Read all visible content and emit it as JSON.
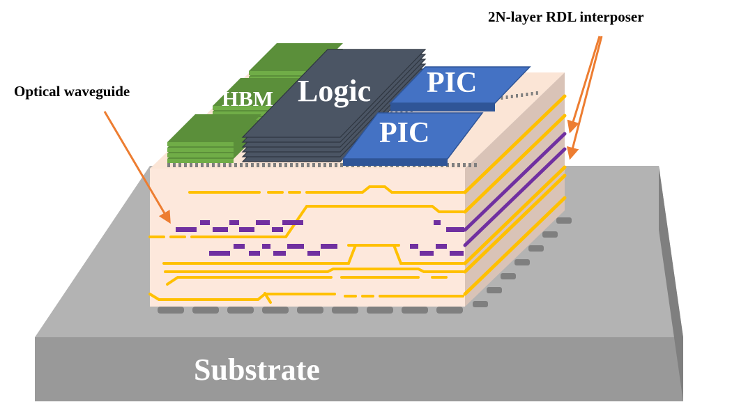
{
  "labels": {
    "optical_waveguide": "Optical waveguide",
    "rdl_interposer": "2N-layer RDL interposer",
    "substrate": "Substrate",
    "hbm": "HBM",
    "logic": "Logic",
    "pic_top": "PIC",
    "pic_bottom": "PIC"
  },
  "colors": {
    "substrate_top": "#b3b3b3",
    "substrate_front": "#999999",
    "substrate_side": "#7f7f7f",
    "interposer_front": "#fde8dc",
    "interposer_top": "#fbe5d6",
    "interposer_side": "#d9c3b7",
    "copper_trace": "#ffc000",
    "optical_waveguide": "#7030a0",
    "hbm": "#70ad47",
    "logic": "#4b5564",
    "pic": "#4472c4",
    "arrow": "#ed7d31",
    "bump": "#7f7f7f"
  }
}
